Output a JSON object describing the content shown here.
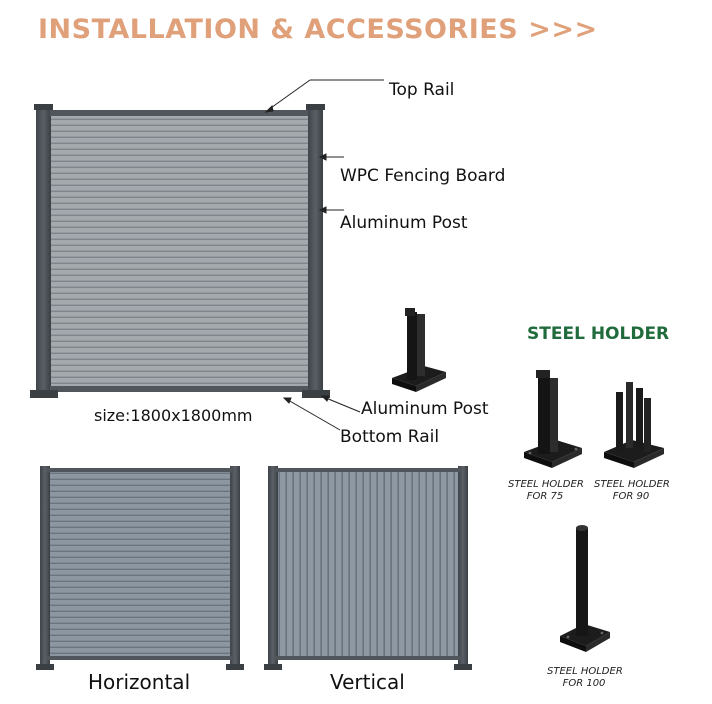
{
  "header": {
    "title": "INSTALLATION & ACCESSORIES",
    "arrows": ">>>",
    "color": "#e0a07a"
  },
  "diagram": {
    "labels": {
      "top_rail": "Top Rail",
      "board": "WPC Fencing Board",
      "post_upper": "Aluminum Post",
      "post_lower": "Aluminum Post",
      "bottom_rail": "Bottom Rail"
    },
    "size": "size:1800x1800mm"
  },
  "steel_holder": {
    "title": "STEEL HOLDER",
    "title_color": "#1f6b3c",
    "items": [
      {
        "line1": "STEEL HOLDER",
        "line2": "FOR 75"
      },
      {
        "line1": "STEEL HOLDER",
        "line2": "FOR 90"
      },
      {
        "line1": "STEEL HOLDER",
        "line2": "FOR 100"
      }
    ]
  },
  "variants": {
    "horizontal": "Horizontal",
    "vertical": "Vertical"
  },
  "colors": {
    "board": "#9ea3a8",
    "post": "#4a4f54",
    "steel": "#1c1c1c"
  }
}
